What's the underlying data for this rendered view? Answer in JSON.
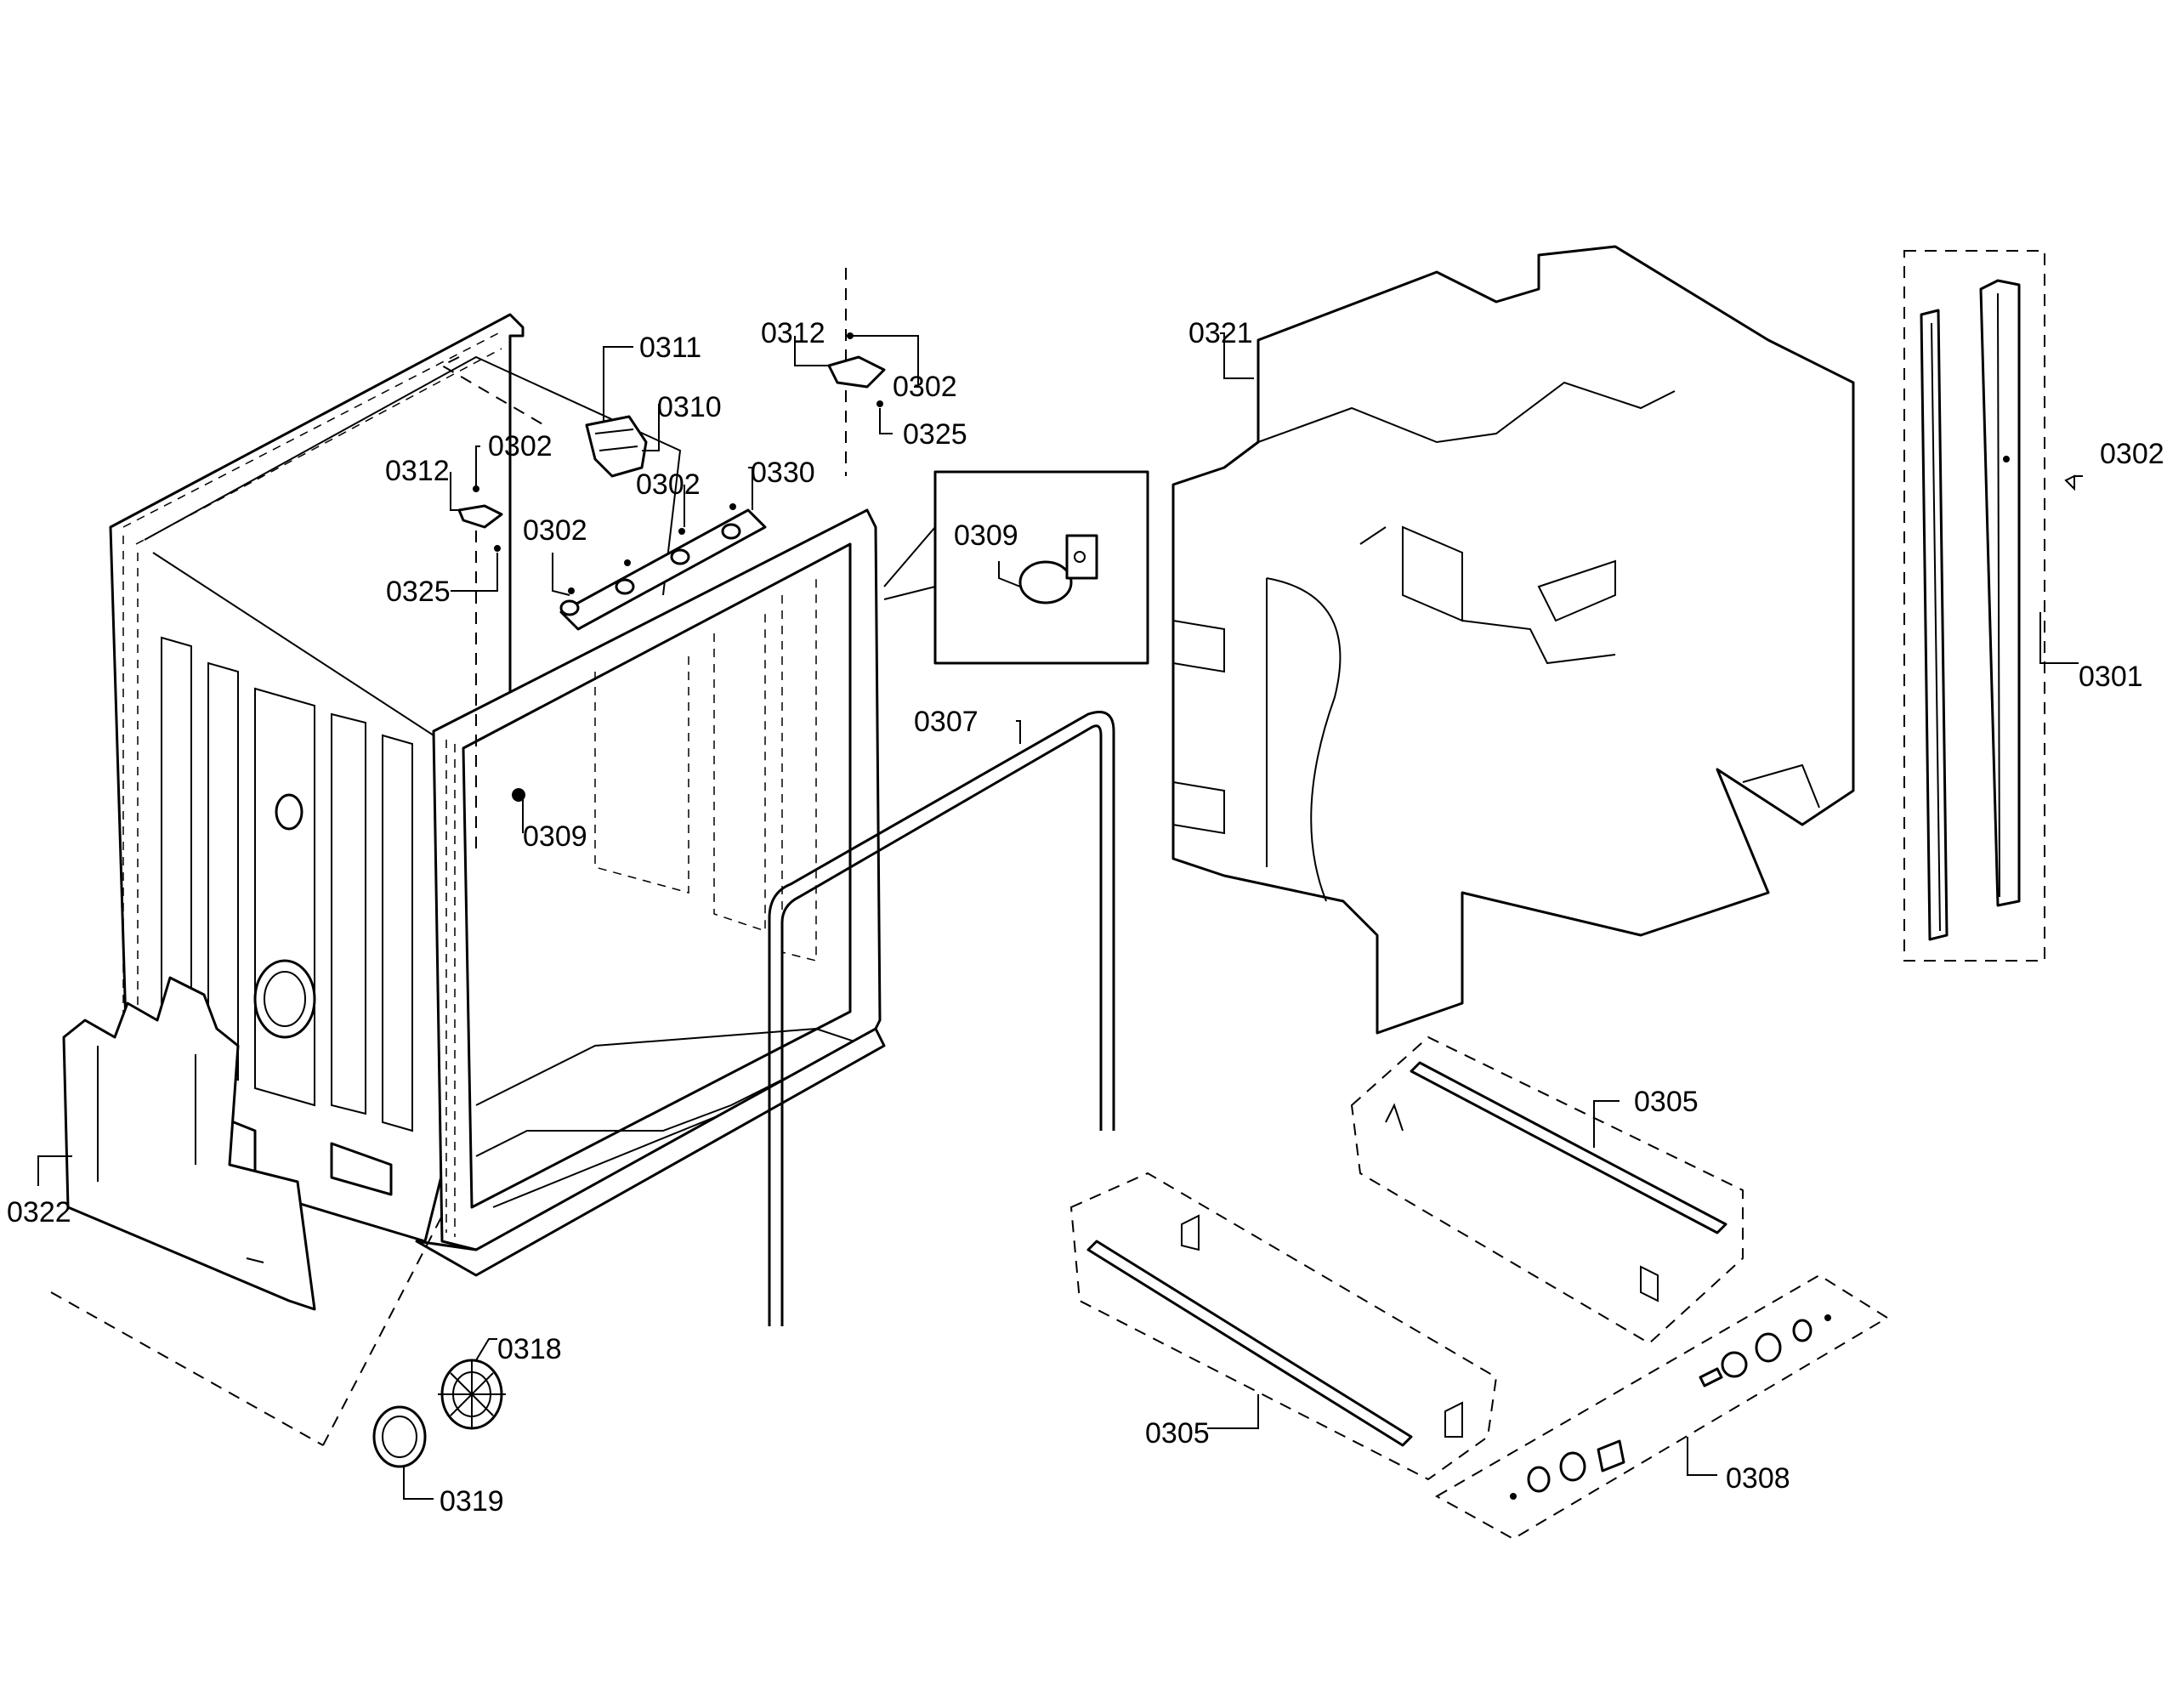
{
  "labels": {
    "l0311": "0311",
    "l0310": "0310",
    "l0312a": "0312",
    "l0302a": "0302",
    "l0325a": "0325",
    "l0302b": "0302",
    "l0302c": "0302",
    "l0330": "0330",
    "l0312b": "0312",
    "l0302d": "0302",
    "l0325b": "0325",
    "l0309a": "0309",
    "l0309b": "0309",
    "l0307": "0307",
    "l0321": "0321",
    "l0302e": "0302",
    "l0301": "0301",
    "l0305a": "0305",
    "l0305b": "0305",
    "l0308": "0308",
    "l0322": "0322",
    "l0318": "0318",
    "l0319": "0319"
  }
}
